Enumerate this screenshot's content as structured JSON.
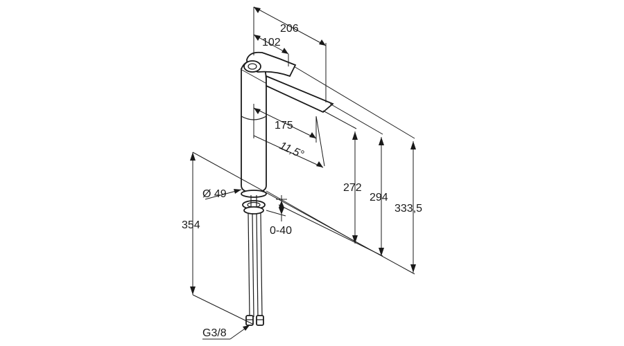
{
  "dimensions": {
    "d206": "206",
    "d102": "102",
    "d175": "175",
    "angle": "11,5°",
    "d272": "272",
    "d294": "294",
    "d333": "333,5",
    "d354": "354",
    "diameter": "Ø 49",
    "range": "0-40",
    "thread": "G3/8"
  }
}
